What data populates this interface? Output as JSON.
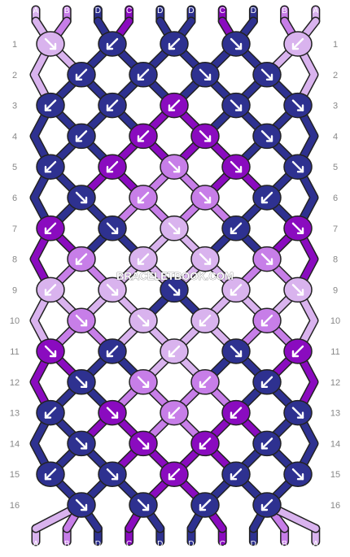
{
  "site_watermark": "BRACELETBOOK.COM",
  "colors": {
    "A": "#d9b3ee",
    "B": "#c77ee8",
    "C": "#8a0bbf",
    "D": "#2e3190"
  },
  "border_color": "#222222",
  "arrow_color": "#ffffff",
  "rows_count": 16,
  "row_labels": [
    "1",
    "2",
    "3",
    "4",
    "5",
    "6",
    "7",
    "8",
    "9",
    "10",
    "11",
    "12",
    "13",
    "14",
    "15",
    "16"
  ],
  "top_strands": [
    "A",
    "B",
    "D",
    "C",
    "D",
    "D",
    "C",
    "D",
    "B",
    "A"
  ],
  "bottom_strands": [
    "A",
    "B",
    "D",
    "C",
    "D",
    "D",
    "C",
    "D",
    "B",
    "A"
  ],
  "knot_rows": [
    [
      {
        "c": "A",
        "d": "down-right"
      },
      {
        "c": "D",
        "d": "down-left"
      },
      {
        "c": "D",
        "d": "down-left"
      },
      {
        "c": "D",
        "d": "down-right"
      },
      {
        "c": "A",
        "d": "down-left"
      }
    ],
    [
      {
        "c": "D",
        "d": "down-left"
      },
      {
        "c": "D",
        "d": "down-left"
      },
      {
        "c": "D",
        "d": "down-right"
      },
      {
        "c": "D",
        "d": "down-right"
      }
    ],
    [
      {
        "c": "D",
        "d": "down-left"
      },
      {
        "c": "D",
        "d": "down-left"
      },
      {
        "c": "C",
        "d": "down-left"
      },
      {
        "c": "D",
        "d": "down-right"
      },
      {
        "c": "D",
        "d": "down-right"
      }
    ],
    [
      {
        "c": "D",
        "d": "down-left"
      },
      {
        "c": "C",
        "d": "down-left"
      },
      {
        "c": "C",
        "d": "down-right"
      },
      {
        "c": "D",
        "d": "down-right"
      }
    ],
    [
      {
        "c": "D",
        "d": "down-left"
      },
      {
        "c": "C",
        "d": "down-left"
      },
      {
        "c": "B",
        "d": "down-right"
      },
      {
        "c": "C",
        "d": "down-right"
      },
      {
        "c": "D",
        "d": "down-right"
      }
    ],
    [
      {
        "c": "D",
        "d": "down-right"
      },
      {
        "c": "B",
        "d": "down-left"
      },
      {
        "c": "B",
        "d": "down-right"
      },
      {
        "c": "D",
        "d": "down-left"
      }
    ],
    [
      {
        "c": "C",
        "d": "down-left"
      },
      {
        "c": "D",
        "d": "down-right"
      },
      {
        "c": "A",
        "d": "down-right"
      },
      {
        "c": "D",
        "d": "down-left"
      },
      {
        "c": "C",
        "d": "down-right"
      }
    ],
    [
      {
        "c": "B",
        "d": "down-left"
      },
      {
        "c": "A",
        "d": "down-left"
      },
      {
        "c": "A",
        "d": "down-right"
      },
      {
        "c": "B",
        "d": "down-right"
      }
    ],
    [
      {
        "c": "A",
        "d": "down-left"
      },
      {
        "c": "A",
        "d": "down-right"
      },
      {
        "c": "D",
        "d": "down-right"
      },
      {
        "c": "A",
        "d": "down-left"
      },
      {
        "c": "A",
        "d": "down-right"
      }
    ],
    [
      {
        "c": "B",
        "d": "down-right"
      },
      {
        "c": "A",
        "d": "down-right"
      },
      {
        "c": "A",
        "d": "down-left"
      },
      {
        "c": "B",
        "d": "down-left"
      }
    ],
    [
      {
        "c": "C",
        "d": "down-right"
      },
      {
        "c": "D",
        "d": "down-left"
      },
      {
        "c": "A",
        "d": "down-left"
      },
      {
        "c": "D",
        "d": "down-right"
      },
      {
        "c": "C",
        "d": "down-left"
      }
    ],
    [
      {
        "c": "D",
        "d": "down-right"
      },
      {
        "c": "B",
        "d": "down-right"
      },
      {
        "c": "B",
        "d": "down-left"
      },
      {
        "c": "D",
        "d": "down-left"
      }
    ],
    [
      {
        "c": "D",
        "d": "down-left"
      },
      {
        "c": "C",
        "d": "down-right"
      },
      {
        "c": "B",
        "d": "down-left"
      },
      {
        "c": "C",
        "d": "down-left"
      },
      {
        "c": "D",
        "d": "down-right"
      }
    ],
    [
      {
        "c": "D",
        "d": "down-right"
      },
      {
        "c": "C",
        "d": "down-right"
      },
      {
        "c": "C",
        "d": "down-left"
      },
      {
        "c": "D",
        "d": "down-left"
      }
    ],
    [
      {
        "c": "D",
        "d": "down-left"
      },
      {
        "c": "D",
        "d": "down-right"
      },
      {
        "c": "C",
        "d": "down-left"
      },
      {
        "c": "D",
        "d": "down-left"
      },
      {
        "c": "D",
        "d": "down-right"
      }
    ],
    [
      {
        "c": "D",
        "d": "down-right"
      },
      {
        "c": "D",
        "d": "down-right"
      },
      {
        "c": "D",
        "d": "down-left"
      },
      {
        "c": "D",
        "d": "down-left"
      }
    ]
  ]
}
